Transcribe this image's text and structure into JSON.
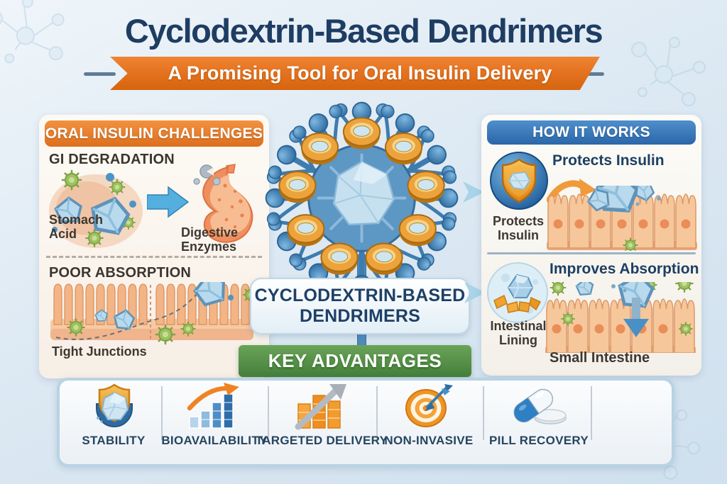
{
  "title": "Cyclodextrin-Based Dendrimers",
  "ribbon": "A Promising Tool for Oral Insulin Delivery",
  "challenges": {
    "header": "ORAL INSULIN CHALLENGES",
    "gi_heading": "GI DEGRADATION",
    "stomach_acid": "Stomach Acid",
    "digestive_enzymes": "Digestive Enzymes",
    "absorption_heading": "POOR ABSORPTION",
    "tight_junctions": "Tight Junctions"
  },
  "molecule": {
    "label_line1": "CYCLODEXTRIN-BASED",
    "label_line2": "DENDRIMERS"
  },
  "advantages_banner": "KEY ADVANTAGES",
  "how_it_works": {
    "header": "HOW IT WORKS",
    "step1_heading": "Protects Insulin",
    "step1_caption": "Protects Insulin",
    "step2_heading": "Improves Absorption",
    "step2_caption": "Intestinal Lining",
    "step2_sublabel": "Small Intestine"
  },
  "advantages": [
    {
      "label": "STABILITY",
      "icon": "shield-crystal-icon"
    },
    {
      "label": "BIOAVAILABILITY",
      "icon": "rising-bars-arrow-icon"
    },
    {
      "label": "TARGETED DELIVERY",
      "icon": "orange-bars-arrow-icon"
    },
    {
      "label": "NON-INVASIVE",
      "icon": "target-dart-icon"
    },
    {
      "label": "PILL RECOVERY",
      "icon": "capsule-pill-icon"
    }
  ],
  "colors": {
    "navy": "#1e3f63",
    "orange": "#e5761f",
    "blue": "#2f6fb2",
    "green": "#4c8a44",
    "background": "#dbe7f1"
  }
}
